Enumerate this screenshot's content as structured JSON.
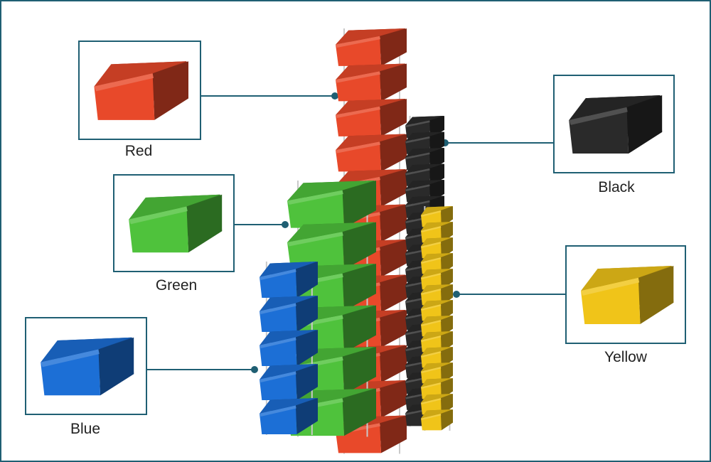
{
  "labels": [
    {
      "key": "red",
      "text": "Red"
    },
    {
      "key": "green",
      "text": "Green"
    },
    {
      "key": "blue",
      "text": "Blue"
    },
    {
      "key": "black",
      "text": "Black"
    },
    {
      "key": "yellow",
      "text": "Yellow"
    }
  ],
  "colors": {
    "border": "#1f5f73",
    "connector": "#1f5f73",
    "red": "#e8492a",
    "green": "#4fc23c",
    "blue": "#1c6fd6",
    "black": "#2a2a2a",
    "yellow": "#f0c419"
  },
  "icons": {
    "bin": "stacking-bin-icon",
    "rack": "bin-rack-icon"
  }
}
